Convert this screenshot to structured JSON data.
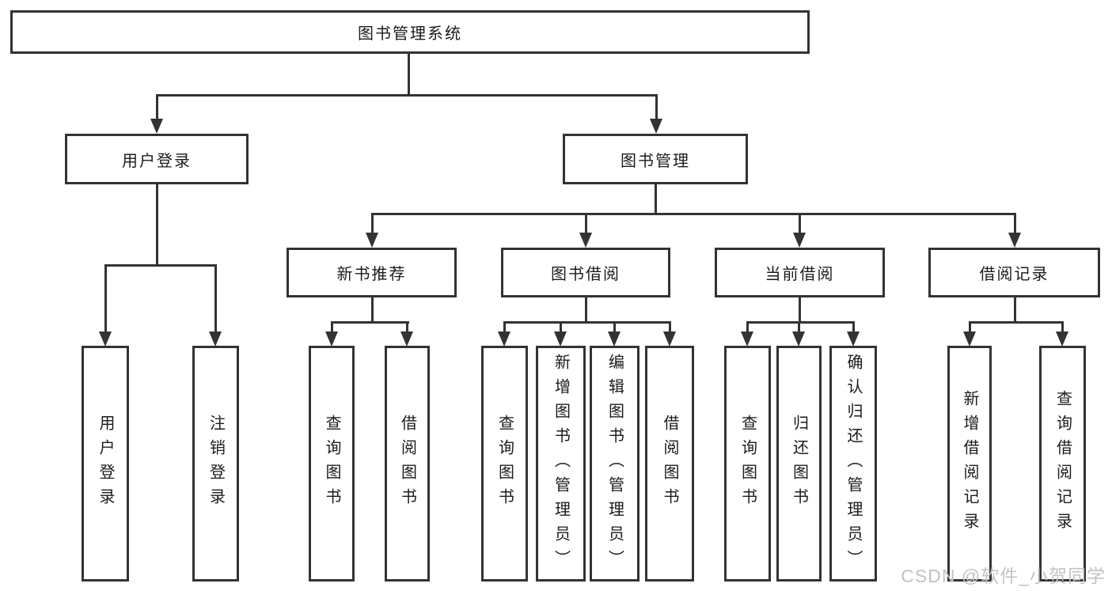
{
  "diagram_title": "图书管理系统",
  "colors": {
    "line": "#333333",
    "text": "#1b1b1b",
    "background": "#ffffff",
    "watermark": "#c3c3c3"
  },
  "watermark": {
    "text": "CSDN @软件_小贺同学"
  },
  "tree": {
    "label": "图书管理系统",
    "children": [
      {
        "label": "用户登录",
        "children": [
          {
            "label": "用户登录"
          },
          {
            "label": "注销登录"
          }
        ]
      },
      {
        "label": "图书管理",
        "children": [
          {
            "label": "新书推荐",
            "children": [
              {
                "label": "查询图书"
              },
              {
                "label": "借阅图书"
              }
            ]
          },
          {
            "label": "图书借阅",
            "children": [
              {
                "label": "查询图书"
              },
              {
                "label": "新增图书（管理员）"
              },
              {
                "label": "编辑图书（管理员）"
              },
              {
                "label": "借阅图书"
              }
            ]
          },
          {
            "label": "当前借阅",
            "children": [
              {
                "label": "查询图书"
              },
              {
                "label": "归还图书"
              },
              {
                "label": "确认归还（管理员）"
              }
            ]
          },
          {
            "label": "借阅记录",
            "children": [
              {
                "label": "新增借阅记录"
              },
              {
                "label": "查询借阅记录"
              }
            ]
          }
        ]
      }
    ]
  }
}
